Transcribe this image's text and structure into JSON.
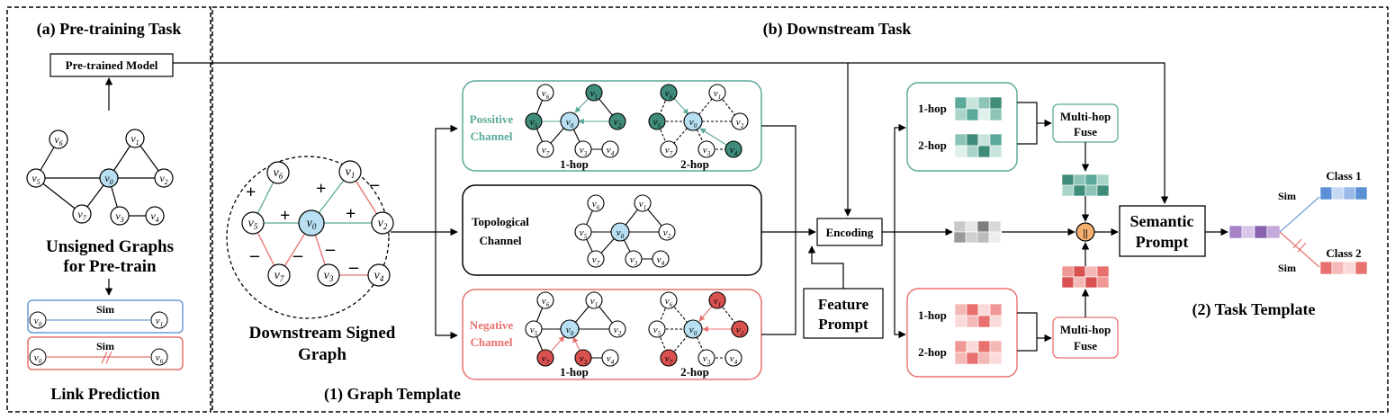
{
  "colors": {
    "anchor_fill": "#b8dff2",
    "positive": "#5aa99a",
    "positive_dark": "#3f8c7a",
    "negative": "#e8706e",
    "negative_dark": "#d9524f",
    "neutral_dark": "#7d7d7d",
    "prompt_purple": "#a583c4",
    "class1_blue": "#5b8fd6",
    "merge_orange": "#f5b070",
    "sim_blue_line": "#6c9bd8"
  },
  "pretraining": {
    "section_title": "(a) Pre-training Task",
    "model_box": "Pre-trained Model",
    "graph_caption_line1": "Unsigned Graphs",
    "graph_caption_line2": "for Pre-train",
    "link_sim_label_1": "Sim",
    "link_sim_label_2": "Sim",
    "link_caption": "Link Prediction"
  },
  "downstream": {
    "section_title": "(b) Downstream Task",
    "signed_graph_caption_line1": "Downstream Signed",
    "signed_graph_caption_line2": "Graph",
    "graph_template_caption": "(1) Graph Template",
    "positive_channel_line1": "Possitive",
    "positive_channel_line2": "Channel",
    "topological_channel_line1": "Topological",
    "topological_channel_line2": "Channel",
    "negative_channel_line1": "Negative",
    "negative_channel_line2": "Channel",
    "hop1": "1-hop",
    "hop2": "2-hop",
    "encoding": "Encoding",
    "feature_prompt_line1": "Feature",
    "feature_prompt_line2": "Prompt",
    "multihop_line1": "Multi-hop",
    "multihop_line2": "Fuse",
    "merge_symbol": "||",
    "semantic_prompt_line1": "Semantic",
    "semantic_prompt_line2": "Prompt",
    "class1": "Class 1",
    "class2": "Class 2",
    "sim": "Sim",
    "task_template_caption": "(2) Task Template"
  }
}
